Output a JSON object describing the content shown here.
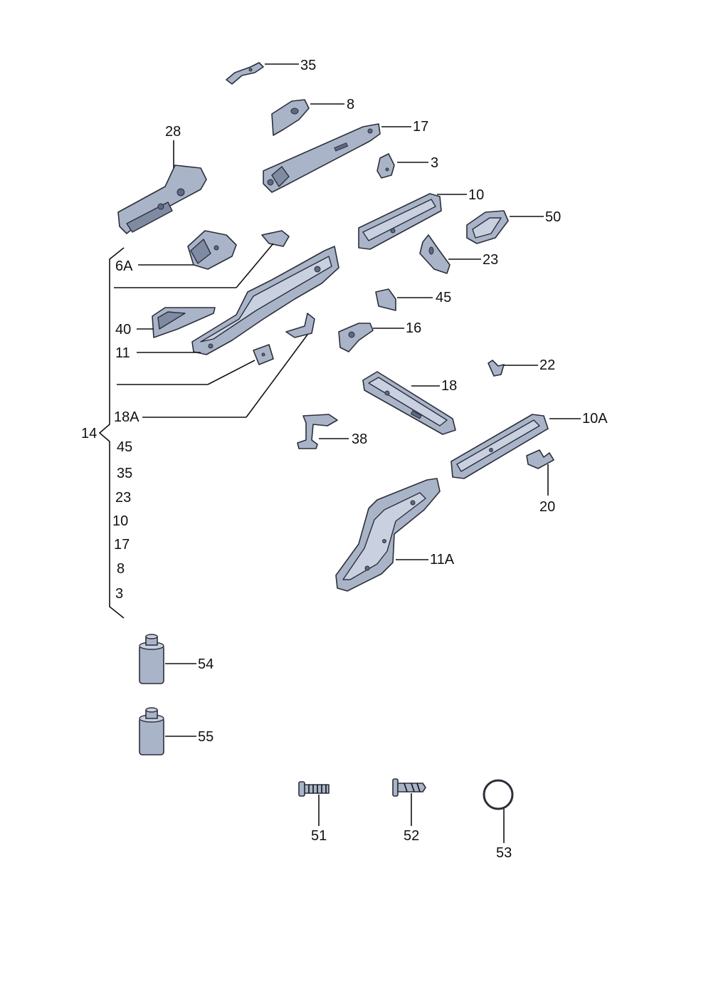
{
  "callouts": {
    "p35": "35",
    "p8": "8",
    "p17": "17",
    "p28": "28",
    "p3": "3",
    "p10": "10",
    "p50": "50",
    "p6A": "6A",
    "p23": "23",
    "p45": "45",
    "p40": "40",
    "p16": "16",
    "p11": "11",
    "p22": "22",
    "p18": "18",
    "p18A": "18A",
    "p14": "14",
    "p38": "38",
    "p10A": "10A",
    "p20": "20",
    "p11A": "11A",
    "p54": "54",
    "p55": "55",
    "p51": "51",
    "p52": "52",
    "p53": "53"
  },
  "group_14_list": [
    "45",
    "35",
    "23",
    "10",
    "17",
    "8",
    "3"
  ]
}
